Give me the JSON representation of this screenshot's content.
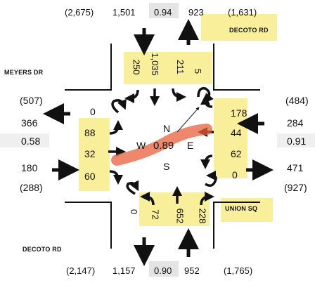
{
  "streets": {
    "north_east": "DECOTO RD",
    "west": "MEYERS DR",
    "south_east": "UNION SQ",
    "south_west": "DECOTO RD"
  },
  "compass": {
    "n": "N",
    "s": "S",
    "e": "E",
    "w": "W"
  },
  "phf_center": "0.89",
  "north_approach": {
    "out_paren": "(2,675)",
    "out": "1,501",
    "phf": "0.94",
    "in": "923",
    "in_paren": "(1,631)",
    "movements": [
      "250",
      "1,035",
      "211",
      "5"
    ]
  },
  "south_approach": {
    "in_paren": "(2,147)",
    "in": "1,157",
    "phf": "0.90",
    "out": "952",
    "out_paren": "(1,765)",
    "movements": [
      "0",
      "72",
      "652",
      "228"
    ]
  },
  "west_approach": {
    "paren_top": "(507)",
    "out": "366",
    "phf": "0.58",
    "in": "180",
    "paren_bottom": "(288)",
    "movements": [
      "0",
      "88",
      "32",
      "60"
    ]
  },
  "east_approach": {
    "paren_top": "(484)",
    "in": "284",
    "phf": "0.91",
    "out": "471",
    "paren_bottom": "(927)",
    "movements": [
      "178",
      "44",
      "62",
      "0"
    ]
  },
  "colors": {
    "highlight": "#f8ec8a",
    "center_mark": "#e8603c",
    "arrow": "#111111"
  }
}
